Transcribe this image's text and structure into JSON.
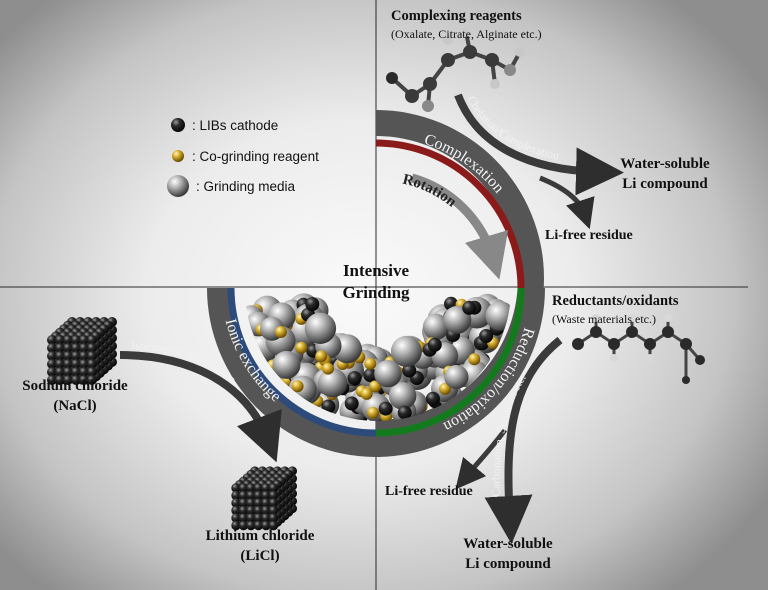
{
  "legend": [
    {
      "icon": "lib-cathode-ball-icon",
      "text": ": LIBs cathode",
      "color": "#151515"
    },
    {
      "icon": "co-grinding-reagent-ball-icon",
      "text": ": Co-grinding reagent",
      "color": "#c9a320"
    },
    {
      "icon": "grinding-media-ball-icon",
      "text": ": Grinding media",
      "color": "#555555"
    }
  ],
  "center": {
    "title_line1": "Intensive",
    "title_line2": "Grinding"
  },
  "ring": {
    "complexation": "Complexation",
    "reduction": "Reduction/oxidation",
    "ionic": "Ionic exchange",
    "rotation": "Rotation"
  },
  "complexing": {
    "title": "Complexing reagents",
    "subtitle": "(Oxalate, Citrate, Alginate etc.)",
    "arrow_label": "Chelation/Complexation",
    "product_line1": "Water-soluble",
    "product_line2": "Li compound",
    "residue": "Li-free residue"
  },
  "reductants": {
    "title": "Reductants/oxidants",
    "subtitle": "(Waste materials etc.)",
    "arrow_label": "Carbonation, Sulfation etc.",
    "residue": "Li-free residue",
    "product_line1": "Water-soluble",
    "product_line2": "Li compound"
  },
  "ionic": {
    "source_line1": "Sodium chloride",
    "source_line2": "(NaCl)",
    "arrow_label": "Isomorphic substitution",
    "product_line1": "Lithium chloride",
    "product_line2": "(LiCl)"
  },
  "colors": {
    "ring": "#555555",
    "complexation": "#8b1a1a",
    "reduction": "#137a1e",
    "ionic": "#2c4a7a",
    "arrow": "#3a3a3a"
  }
}
